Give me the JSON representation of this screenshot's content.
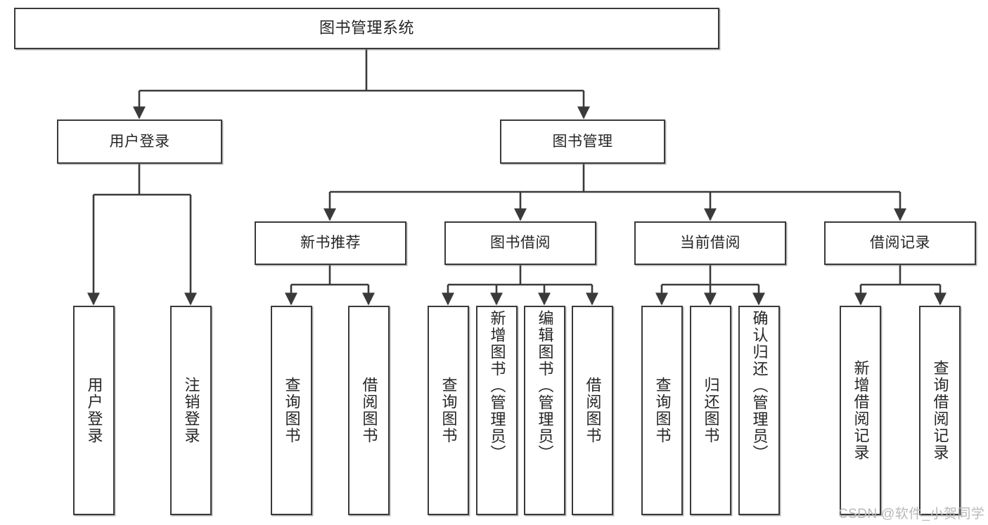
{
  "diagram": {
    "title": "图书管理系统",
    "type": "functional-structure-tree",
    "stroke_color": "#3a3a3a",
    "background_color": "#ffffff",
    "text_color": "#262626"
  },
  "nodes": {
    "root": {
      "label": "图书管理系统"
    },
    "level2": [
      {
        "id": "user-login",
        "label": "用户登录"
      },
      {
        "id": "book-management",
        "label": "图书管理"
      }
    ],
    "level3": [
      {
        "id": "new-book-recommend",
        "label": "新书推荐"
      },
      {
        "id": "book-borrow",
        "label": "图书借阅"
      },
      {
        "id": "current-borrow",
        "label": "当前借阅"
      },
      {
        "id": "borrow-record",
        "label": "借阅记录"
      }
    ],
    "leaves": [
      {
        "id": "leaf-user-login",
        "label": "用户登录",
        "parent": "user-login"
      },
      {
        "id": "leaf-logout",
        "label": "注销登录",
        "parent": "user-login"
      },
      {
        "id": "leaf-query-book-1",
        "label": "查询图书",
        "parent": "new-book-recommend"
      },
      {
        "id": "leaf-borrow-book-1",
        "label": "借阅图书",
        "parent": "new-book-recommend"
      },
      {
        "id": "leaf-query-book-2",
        "label": "查询图书",
        "parent": "book-borrow"
      },
      {
        "id": "leaf-add-book",
        "label": "新增图书（管理员）",
        "parent": "book-borrow"
      },
      {
        "id": "leaf-edit-book",
        "label": "编辑图书（管理员）",
        "parent": "book-borrow"
      },
      {
        "id": "leaf-borrow-book-2",
        "label": "借阅图书",
        "parent": "book-borrow"
      },
      {
        "id": "leaf-query-book-3",
        "label": "查询图书",
        "parent": "current-borrow"
      },
      {
        "id": "leaf-return-book",
        "label": "归还图书",
        "parent": "current-borrow"
      },
      {
        "id": "leaf-confirm-return",
        "label": "确认归还（管理员）",
        "parent": "current-borrow"
      },
      {
        "id": "leaf-add-record",
        "label": "新增借阅记录",
        "parent": "borrow-record"
      },
      {
        "id": "leaf-query-record",
        "label": "查询借阅记录",
        "parent": "borrow-record"
      }
    ]
  },
  "watermark": {
    "text": "CSDN @软件_小贺同学"
  }
}
